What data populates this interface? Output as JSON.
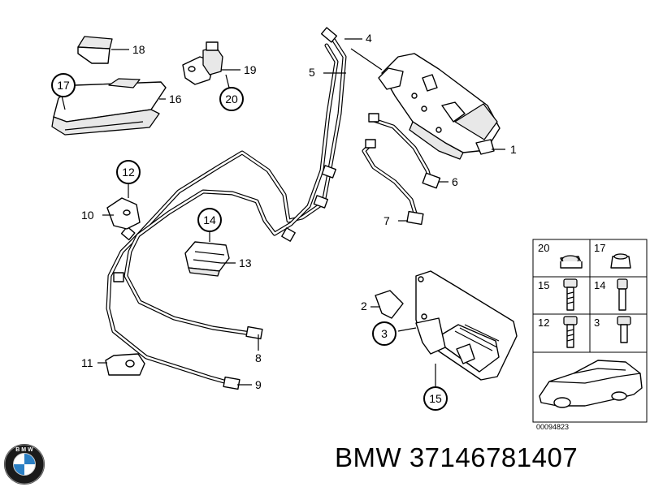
{
  "callouts": [
    {
      "id": "c1",
      "text": "1"
    },
    {
      "id": "c2",
      "text": "2"
    },
    {
      "id": "c3",
      "text": "3",
      "circled": true
    },
    {
      "id": "c4",
      "text": "4"
    },
    {
      "id": "c5",
      "text": "5"
    },
    {
      "id": "c6",
      "text": "6"
    },
    {
      "id": "c7",
      "text": "7"
    },
    {
      "id": "c8",
      "text": "8"
    },
    {
      "id": "c9",
      "text": "9"
    },
    {
      "id": "c10",
      "text": "10"
    },
    {
      "id": "c11",
      "text": "11"
    },
    {
      "id": "c12",
      "text": "12",
      "circled": true
    },
    {
      "id": "c13",
      "text": "13"
    },
    {
      "id": "c14",
      "text": "14",
      "circled": true
    },
    {
      "id": "c15",
      "text": "15",
      "circled": true
    },
    {
      "id": "c16",
      "text": "16"
    },
    {
      "id": "c17",
      "text": "17",
      "circled": true
    },
    {
      "id": "c18",
      "text": "18"
    },
    {
      "id": "c19",
      "text": "19"
    },
    {
      "id": "c20",
      "text": "20",
      "circled": true
    }
  ],
  "legend_grid": {
    "cells": [
      "20",
      "17",
      "15",
      "14",
      "12",
      "3"
    ]
  },
  "image_code": "00094823",
  "brand_caption": "BMW 37146781407",
  "logo": {
    "name": "bmw-roundel",
    "letters": "BMW",
    "colors": {
      "blue": "#2a7fc4",
      "ring": "#1a1a1a"
    }
  }
}
